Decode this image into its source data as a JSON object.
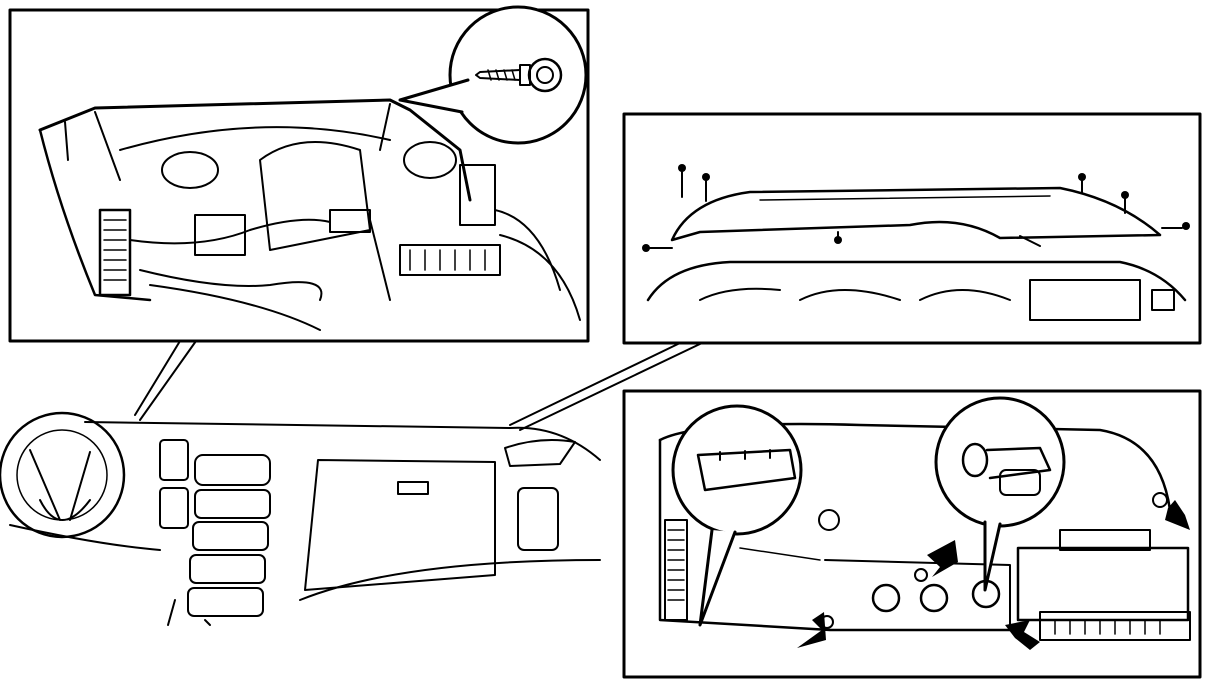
{
  "figure": {
    "ink_color": "#000000",
    "paper_color": "#ffffff",
    "panels": [
      {
        "id": "instrument-cluster-rear-view",
        "callout_icon": "screw-icon"
      },
      {
        "id": "dash-top-pad-removal",
        "parts": [
          "screw-icon",
          "screw-icon",
          "screw-icon",
          "screw-icon",
          "screw-icon",
          "screw-icon",
          "screw-icon"
        ]
      },
      {
        "id": "cluster-bulb-removal",
        "callout_icons": [
          "connector-icon",
          "bulb-socket-icon"
        ],
        "arrow_count": 4
      }
    ],
    "overview": {
      "id": "dashboard-overview"
    }
  }
}
